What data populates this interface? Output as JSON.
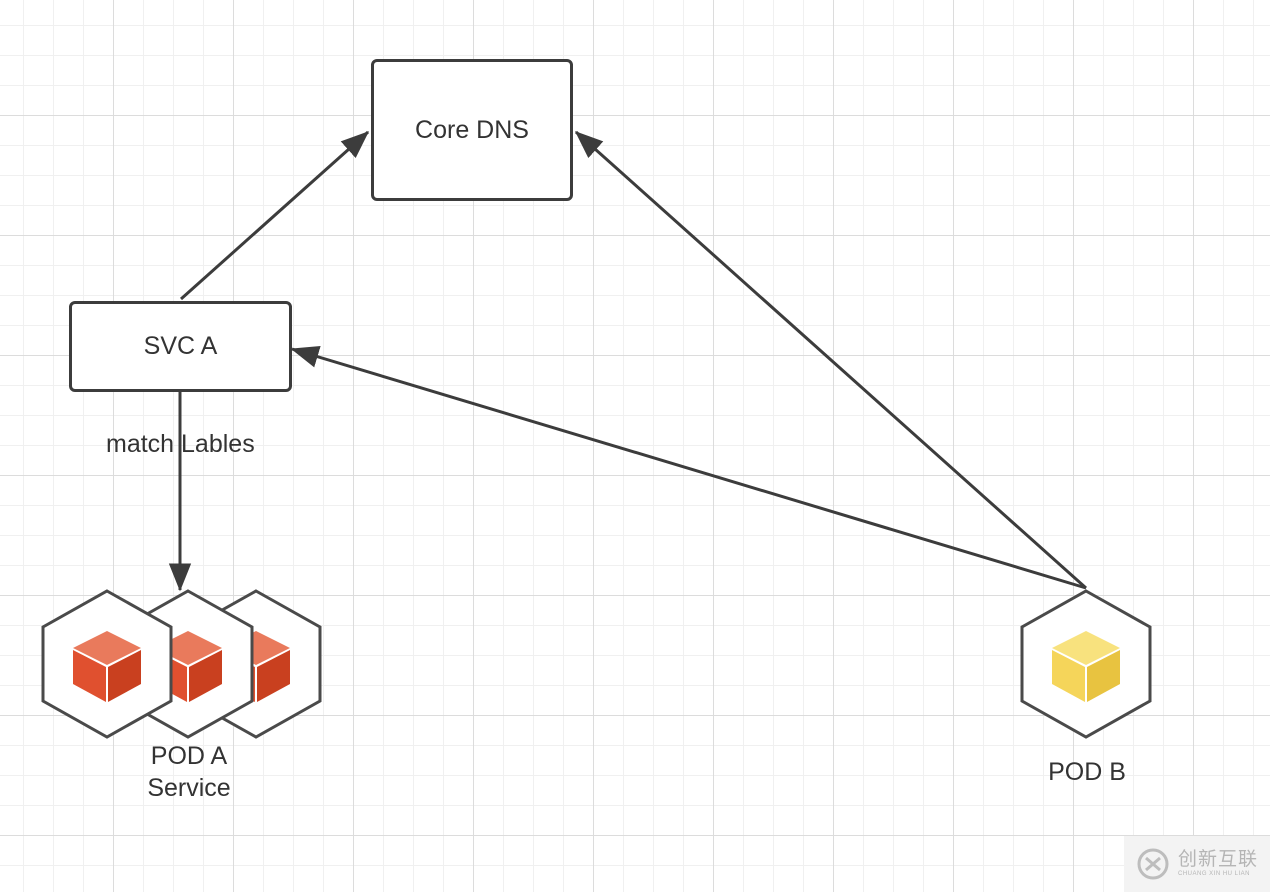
{
  "diagram": {
    "nodes": {
      "core_dns": {
        "label": "Core DNS"
      },
      "svc_a": {
        "label": "SVC A"
      },
      "pod_a": {
        "label_line1": "POD A",
        "label_line2": "Service",
        "cube_color": "#e0502f"
      },
      "pod_b": {
        "label": "POD B",
        "cube_color": "#f5d55a"
      }
    },
    "edges": [
      {
        "from": "svc_a",
        "to": "core_dns"
      },
      {
        "from": "pod_b",
        "to": "core_dns"
      },
      {
        "from": "pod_b",
        "to": "svc_a"
      },
      {
        "from": "svc_a",
        "to": "pod_a",
        "label": "match Lables"
      }
    ],
    "colors": {
      "stroke": "#3c3c3c",
      "grid": "#dcdcdc"
    }
  },
  "watermark": {
    "main_text": "创新互联",
    "sub_text": "CHUANG XIN HU LIAN"
  }
}
